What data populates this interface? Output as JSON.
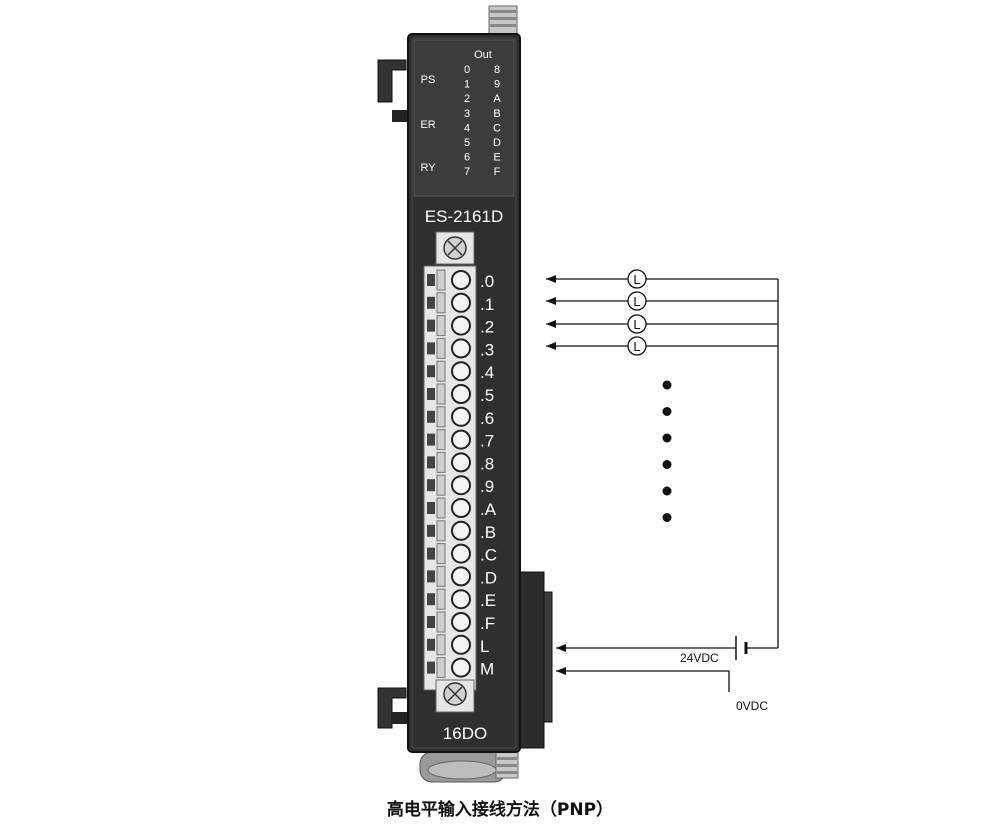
{
  "module": {
    "model": "ES-2161D",
    "type_label": "16DO",
    "led_panel": {
      "out_header": "Out",
      "status_labels": [
        "PS",
        "ER",
        "RY"
      ],
      "col_left": [
        "0",
        "1",
        "2",
        "3",
        "4",
        "5",
        "6",
        "7"
      ],
      "col_right": [
        "8",
        "9",
        "A",
        "B",
        "C",
        "D",
        "E",
        "F"
      ]
    },
    "terminals": [
      ".0",
      ".1",
      ".2",
      ".3",
      ".4",
      ".5",
      ".6",
      ".7",
      ".8",
      ".9",
      ".A",
      ".B",
      ".C",
      ".D",
      ".E",
      ".F",
      "L",
      "M"
    ]
  },
  "wiring": {
    "load_symbol": "L",
    "loads_shown": 4,
    "ellipsis_dots": 6,
    "supply_label": "24VDC",
    "ground_label": "0VDC"
  },
  "caption": "高电平输入接线方法（PNP）"
}
